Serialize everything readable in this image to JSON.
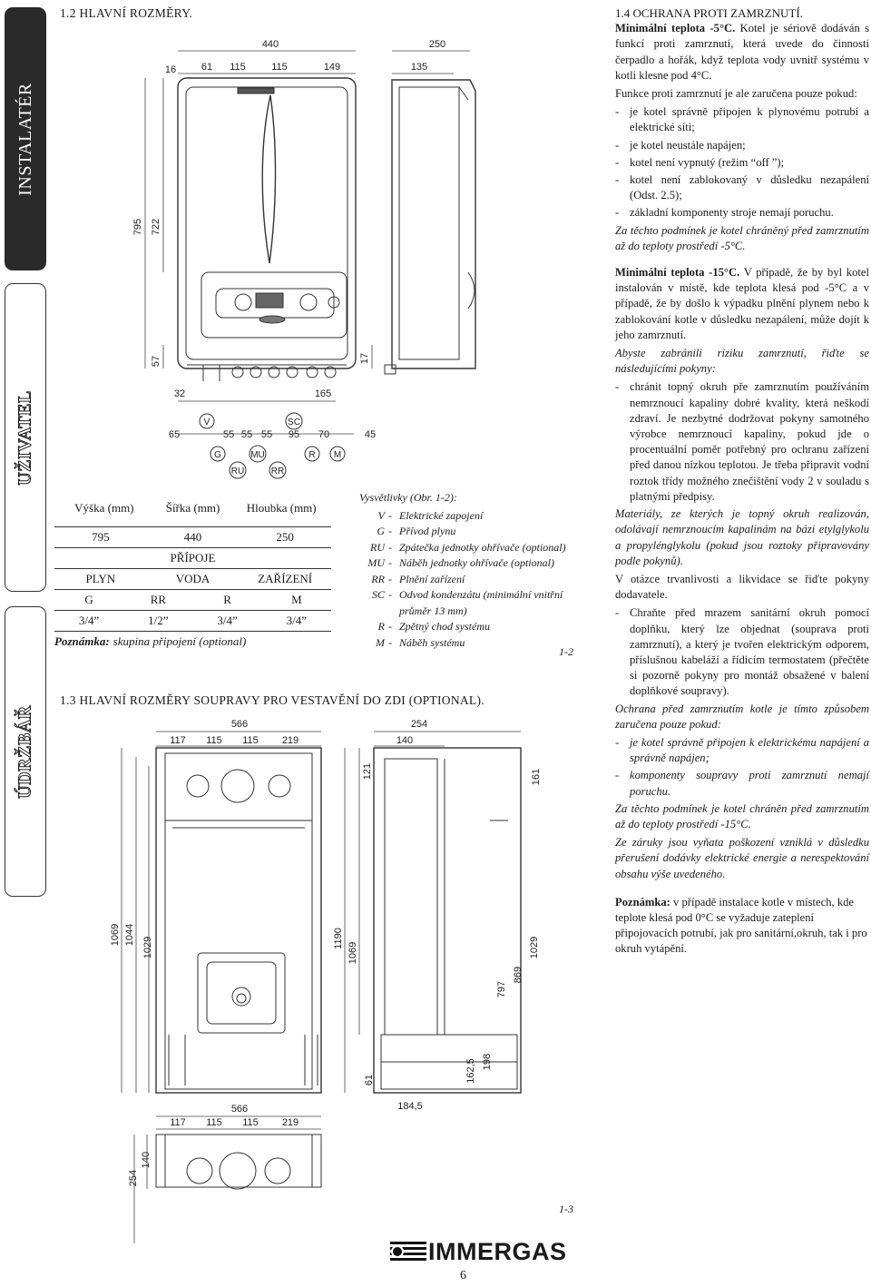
{
  "sidebar": {
    "tabs": [
      {
        "label": "INSTALATÉR",
        "state": "active"
      },
      {
        "label": "UŽIVATEL",
        "state": "outlined"
      },
      {
        "label": "ÚDRŽBÁŘ",
        "state": "outlined"
      }
    ]
  },
  "section_1_2": {
    "title": "1.2   HLAVNÍ ROZMĚRY.",
    "dims": {
      "w440": "440",
      "w250": "250",
      "w135": "135",
      "d16": "16",
      "d61": "61",
      "d115a": "115",
      "d115b": "115",
      "d149": "149",
      "h795": "795",
      "h722": "722",
      "h57": "57",
      "h17": "17",
      "d32": "32",
      "d165": "165",
      "d65": "65",
      "d55a": "55",
      "d55b": "55",
      "d55c": "55",
      "d95": "95",
      "d70": "70",
      "d45": "45"
    },
    "connectors": [
      "V",
      "G",
      "RU",
      "MU",
      "RR",
      "SC",
      "R",
      "M"
    ],
    "table": {
      "h_height": "Výška (mm)",
      "h_width": "Šířka (mm)",
      "h_depth": "Hloubka (mm)",
      "v_height": "795",
      "v_width": "440",
      "v_depth": "250",
      "sub_title": "PŘÍPOJE",
      "groups": [
        "PLYN",
        "VODA",
        "ZAŘÍZENÍ"
      ],
      "codes": [
        "G",
        "RR",
        "R",
        "M"
      ],
      "sizes": [
        "3/4”",
        "1/2”",
        "3/4”",
        "3/4”"
      ],
      "note_label": "Poznámka:",
      "note_text": "skupina připojení (optional)"
    },
    "legend": {
      "title": "Vysvětlivky (Obr. 1-2):",
      "items": [
        {
          "k": "V",
          "t": "Elektrické zapojení"
        },
        {
          "k": "G",
          "t": "Přívod plynu"
        },
        {
          "k": "RU",
          "t": "Zpátečka jednotky ohřívače (optional)"
        },
        {
          "k": "MU",
          "t": "Náběh jednotky ohřívače (optional)"
        },
        {
          "k": "RR",
          "t": "Plnění zařízení"
        },
        {
          "k": "SC",
          "t": "Odvod kondenzátu (minimální vnitřní průměr 13 mm)"
        },
        {
          "k": "R",
          "t": "Zpětný chod systému"
        },
        {
          "k": "M",
          "t": "Náběh systému"
        }
      ],
      "fig": "1-2"
    }
  },
  "section_1_3": {
    "title": "1.3   HLAVNÍ ROZMĚRY SOUPRAVY PRO VESTAVĚNÍ DO ZDI (OPTIONAL).",
    "dims": {
      "w566": "566",
      "d117": "117",
      "d115a": "115",
      "d115b": "115",
      "d219": "219",
      "w254": "254",
      "d140": "140",
      "d121": "121",
      "d161": "161",
      "h1069": "1069",
      "h1044": "1044",
      "h1029": "1029",
      "h1190": "1190",
      "h1069b": "1069",
      "h797": "797",
      "h869": "869",
      "h1029b": "1029",
      "d61": "61",
      "d184": "184,5",
      "d162": "162,5",
      "d198": "198",
      "b566": "566",
      "b117": "117",
      "b115a": "115",
      "b115b": "115",
      "b219": "219",
      "b254": "254",
      "b140": "140"
    },
    "fig": "1-3"
  },
  "right": {
    "title": "1.4   OCHRANA PROTI ZAMRZNUTÍ.",
    "min5_label": "Minimální teplota -5°C.",
    "min5_text": "Kotel je sériově dodáván s funkcí proti zamrznutí, která uvede do činnosti čerpadlo a hořák, když teplota vody uvnitř systému v kotli klesne pod 4°C.",
    "cond_intro": "Funkce proti zamrznutí je ale zaručena pouze pokud:",
    "conds": [
      "je kotel správně připojen k plynovému potrubí a elektrické síti;",
      "je kotel neustále napájen;",
      "kotel není vypnutý (režim “off ”);",
      "kotel není zablokovaný v důsledku nezapálení (Odst. 2.5);",
      "základní komponenty stroje nemají poruchu."
    ],
    "cond_note": "Za těchto podmínek je kotel chráněný před zamrznutím až do teploty prostředí -5°C.",
    "min15_label": "Minimální teplota -15°C.",
    "min15_text": "V případě, že by byl kotel instalován v místě, kde teplota klesá pod -5°C a v případě, že by došlo k výpadku plnění plynem nebo k zablokování kotle v důsledku nezapálení, může dojít k jeho zamrznutí.",
    "advice": "Abyste zabránili riziku zamrznutí, řiďte se následujícími pokyny:",
    "advice_item": "chránit topný okruh pře zamrznutím používáním nemrznoucí kapaliny dobré kvality, která neškodí zdraví. Je nezbytné dodržovat pokyny samotného výrobce nemrznoucí kapaliny, pokud jde o procentuální poměr potřebný pro ochranu zařízení před danou nízkou teplotou. Je třeba připravit vodní roztok třídy možného znečištění vody 2 v souladu s platnými předpisy.",
    "materials": "Materiály, ze kterých je topný okruh realizován, odolávají nemrznoucím kapalinám na bázi etylglykolu a propylénglykolu (pokud jsou roztoky připravovány podle pokynů).",
    "durability": "V otázce trvanlivosti a likvidace se řiďte pokyny dodavatele.",
    "kit_item": "Chraňte před mrazem sanitární okruh pomocí doplňku, který lze objednat (souprava proti zamrznutí), a který je tvořen elektrickým odporem, příslušnou kabeláží a řídicím termostatem (přečtěte si pozorně pokyny pro montáž obsažené v balení doplňkové soupravy).",
    "guarantee_intro": "Ochrana před zamrznutím kotle je tímto způsobem zaručena pouze pokud:",
    "guarantee_items": [
      "je kotel správně připojen k elektrickému napájení a správně napájen;",
      "komponenty soupravy proti zamrznutí nemají poruchu."
    ],
    "guarantee_note1": "Za těchto podmínek je kotel chráněn před zamrznutím až do teploty prostředí -15°C.",
    "guarantee_note2": "Ze záruky jsou vyňata poškození vzniklá v důsledku přerušení dodávky elektrické energie a nerespektování obsahu výše uvedeného.",
    "note_label": "Poznámka:",
    "note_text": "v případě instalace kotle v místech, kde teplote klesá pod 0°C se vyžaduje zateplení připojovacích potrubí, jak pro sanitární,okruh, tak i pro okruh vytápění."
  },
  "footer": {
    "brand": "IMMERGAS",
    "page": "6"
  }
}
